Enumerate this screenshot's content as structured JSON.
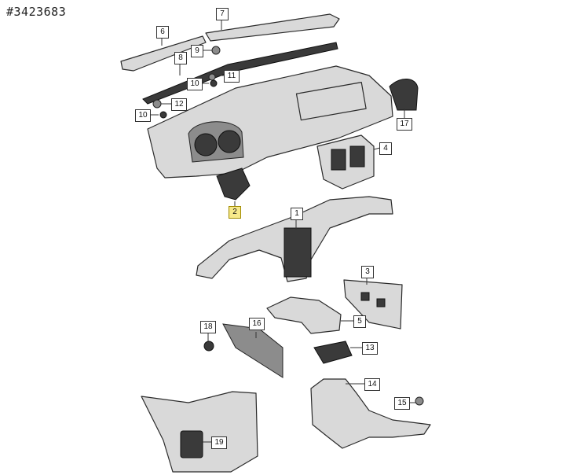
{
  "diagram_id": "#3423683",
  "callouts": {
    "c1": "1",
    "c2": "2",
    "c3": "3",
    "c4": "4",
    "c5": "5",
    "c6": "6",
    "c7": "7",
    "c8": "8",
    "c9": "9",
    "c10a": "10",
    "c10b": "10",
    "c11": "11",
    "c12": "12",
    "c13": "13",
    "c14": "14",
    "c15": "15",
    "c16": "16",
    "c17": "17",
    "c18": "18",
    "c19": "19"
  },
  "highlighted_part": "2",
  "colors": {
    "highlight": "#f7e98a",
    "part_fill": "#d9d9d9",
    "outline": "#2a2a2a"
  }
}
